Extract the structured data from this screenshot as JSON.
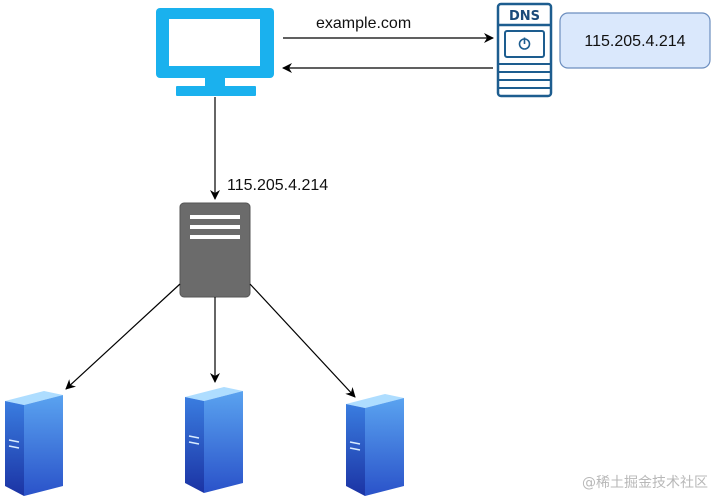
{
  "diagram": {
    "domain_query_label": "example.com",
    "dns_badge": "DNS",
    "dns_result_box": "115.205.4.214",
    "ip_arrow_label": "115.205.4.214",
    "watermark": "@稀土掘金技术社区"
  },
  "icons": {
    "client": "monitor-icon",
    "dns_server": "dns-server-icon",
    "load_balancer": "server-rack-icon",
    "backends": [
      "server-tower-icon",
      "server-tower-icon",
      "server-tower-icon"
    ]
  },
  "colors": {
    "monitor": "#1ab1ee",
    "dns_outline": "#1d5d8f",
    "result_box_fill": "#dae8fc",
    "result_box_stroke": "#6c8ebf",
    "load_balancer": "#6b6b6b",
    "server_front": "#2f6ad8",
    "server_side": "#1e40b0",
    "server_top": "#aeddff",
    "arrow": "#000000"
  }
}
